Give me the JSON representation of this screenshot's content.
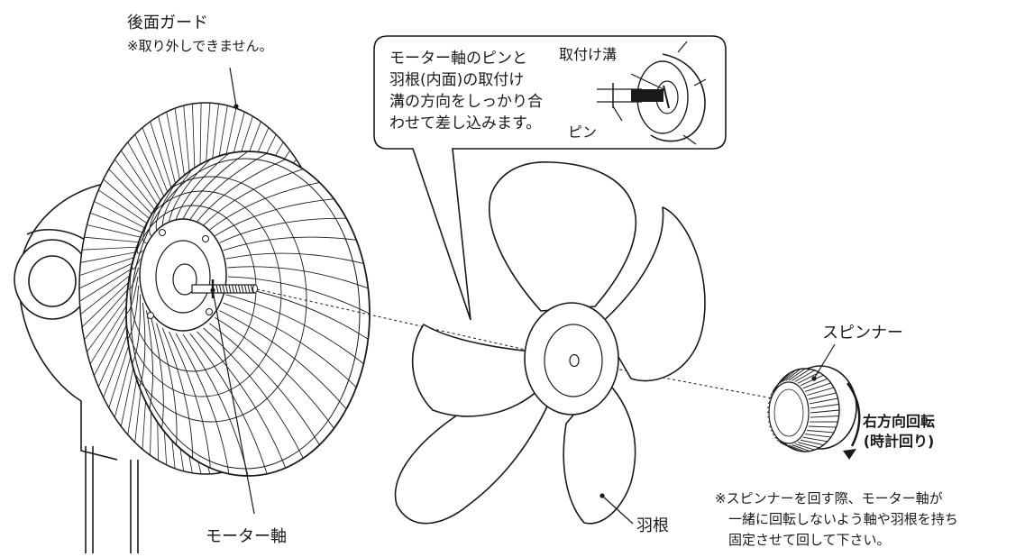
{
  "labels": {
    "rear_guard": "後面ガード",
    "rear_guard_note": "※取り外しできません。",
    "motor_shaft": "モーター軸",
    "blade": "羽根",
    "spinner": "スピンナー",
    "groove": "取付け溝",
    "pin": "ピン"
  },
  "callout": {
    "lines": [
      "モーター軸のピンと",
      "羽根(内面)の取付け",
      "溝の方向をしっかり合",
      "わせて差し込みます。"
    ]
  },
  "rotation": {
    "line1": "右方向回転",
    "line2": "(時計回り)"
  },
  "warning": {
    "lines": [
      "※スピンナーを回す際、モーター軸が",
      "一緒に回転しないよう軸や羽根を持ち",
      "固定させて回して下さい。"
    ]
  }
}
